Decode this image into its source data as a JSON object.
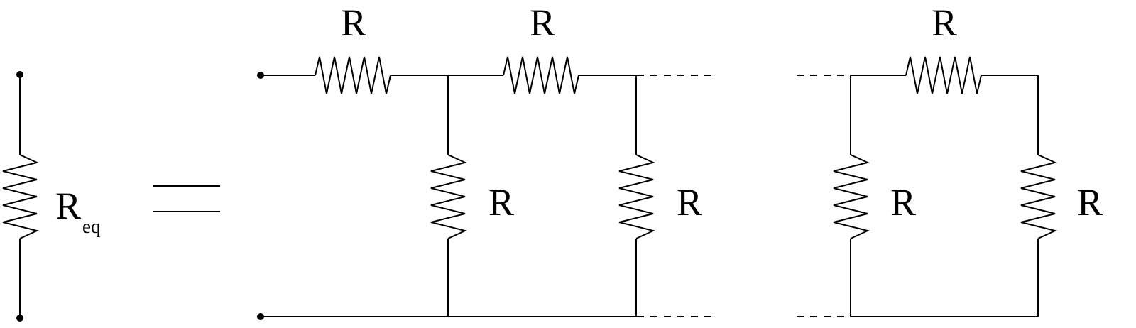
{
  "diagram": {
    "equivalent": {
      "symbol": "R",
      "subscript": "eq"
    },
    "equals_sign": "=",
    "resistor_label": "R",
    "top_resistors": [
      "R",
      "R",
      "R"
    ],
    "shunt_resistors": [
      "R",
      "R",
      "R",
      "R"
    ],
    "continuation": "dashed lines indicate ladder continues"
  }
}
